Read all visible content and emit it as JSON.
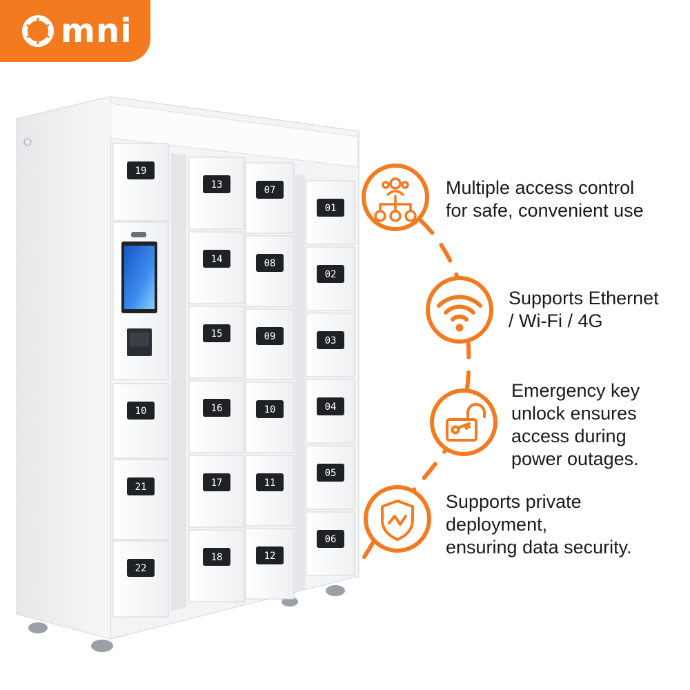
{
  "brand": {
    "logo_text": "mni",
    "accent": "#f47a20"
  },
  "lockers": {
    "left_column": [
      "19",
      "10",
      "21",
      "22"
    ],
    "mid_left_column": [
      "13",
      "14",
      "15",
      "16",
      "17",
      "18"
    ],
    "mid_right_column": [
      "07",
      "08",
      "09",
      "10",
      "11",
      "12"
    ],
    "right_column": [
      "01",
      "02",
      "03",
      "04",
      "05",
      "06"
    ]
  },
  "features": [
    {
      "icon": "access-control-icon",
      "lines": [
        "Multiple access control",
        "for safe, convenient use"
      ]
    },
    {
      "icon": "wifi-icon",
      "lines": [
        "Supports Ethernet",
        "/ Wi-Fi / 4G"
      ]
    },
    {
      "icon": "unlock-key-icon",
      "lines": [
        "Emergency key",
        "unlock ensures",
        "access during",
        "power outages."
      ]
    },
    {
      "icon": "shield-security-icon",
      "lines": [
        "Supports private",
        "deployment,",
        "ensuring data security."
      ]
    }
  ]
}
